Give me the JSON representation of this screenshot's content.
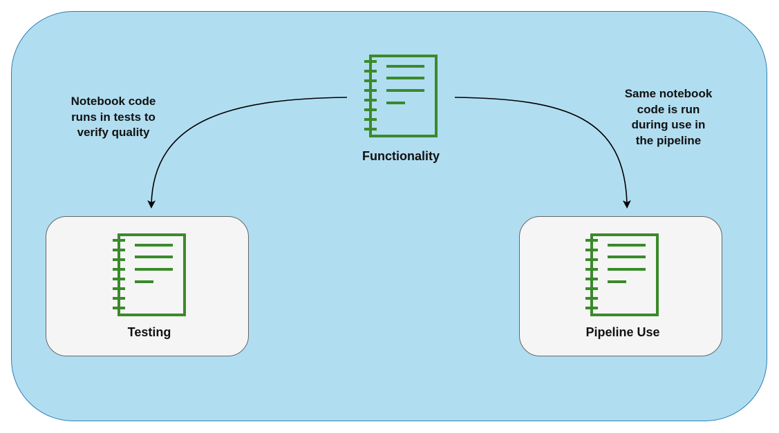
{
  "diagram": {
    "center": {
      "icon": "notebook-icon",
      "label": "Functionality"
    },
    "left_box": {
      "icon": "notebook-icon",
      "label": "Testing"
    },
    "right_box": {
      "icon": "notebook-icon",
      "label": "Pipeline Use"
    },
    "left_annotation": {
      "lines": [
        "Notebook code",
        "runs in tests to",
        "verify quality"
      ]
    },
    "right_annotation": {
      "lines": [
        "Same notebook",
        "code is run",
        "during use in",
        "the pipeline"
      ]
    }
  },
  "colors": {
    "container_fill": "#b1ddf0",
    "container_border": "#2a7fb5",
    "box_fill": "#f5f5f5",
    "box_border": "#666666",
    "icon_green": "#3a8a2a"
  }
}
